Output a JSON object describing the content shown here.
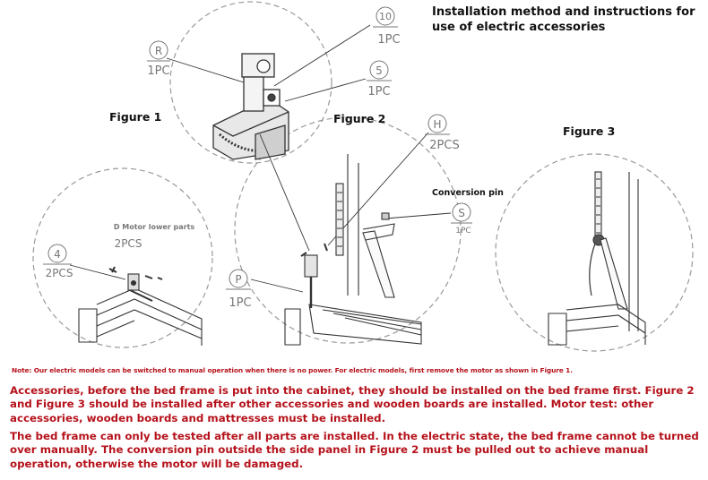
{
  "title": "Installation method and instructions for use of electric accessories",
  "figures": {
    "figure1_label": "Figure 1",
    "figure2_label": "Figure 2",
    "figure3_label": "Figure 3"
  },
  "callouts": {
    "r": {
      "letter": "R",
      "qty": "1PC"
    },
    "ten": {
      "letter": "10",
      "qty": "1PC"
    },
    "five": {
      "letter": "5",
      "qty": "1PC"
    },
    "h": {
      "letter": "H",
      "qty": "2PCS"
    },
    "s": {
      "letter": "S",
      "qty": "1PC"
    },
    "four": {
      "letter": "4",
      "qty": "2PCS"
    },
    "p": {
      "letter": "P",
      "qty": "1PC"
    },
    "d_motor": {
      "label": "D Motor lower parts",
      "qty": "2PCS"
    },
    "conversion_pin": "Conversion pin"
  },
  "notes": {
    "small_note": "Note: Our electric models can be switched to manual operation when there is no power. For electric models, first remove the motor as shown in Figure 1.",
    "para1": "Accessories, before the bed frame is put into the cabinet, they should be installed on the bed frame first. Figure 2 and Figure 3 should be installed after other accessories and wooden boards are installed. Motor test: other accessories, wooden boards and mattresses must be installed.",
    "para2": "The bed frame can only be tested after all parts are installed. In the electric state, the bed frame cannot be turned over manually. The conversion pin outside the side panel in Figure 2 must be pulled out to achieve manual operation, otherwise the motor will be damaged."
  },
  "colors": {
    "note_text": "#b5121b",
    "drawing_line": "#333333",
    "callout_grey": "#777777"
  }
}
